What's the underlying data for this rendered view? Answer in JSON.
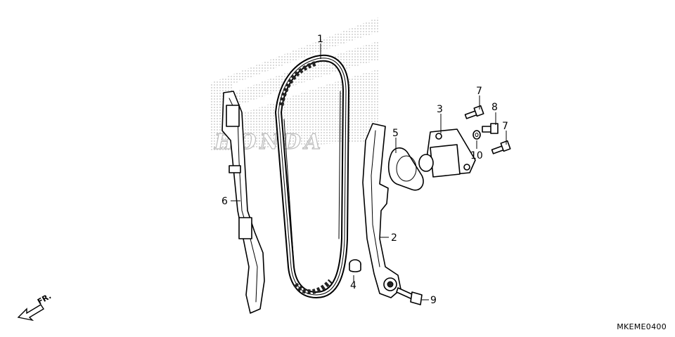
{
  "diagram": {
    "code": "MKEME0400",
    "direction_marker": "FR.",
    "watermark_text": "HONDA",
    "callouts": [
      "1",
      "2",
      "3",
      "4",
      "5",
      "6",
      "7",
      "7",
      "8",
      "9",
      "10"
    ]
  }
}
